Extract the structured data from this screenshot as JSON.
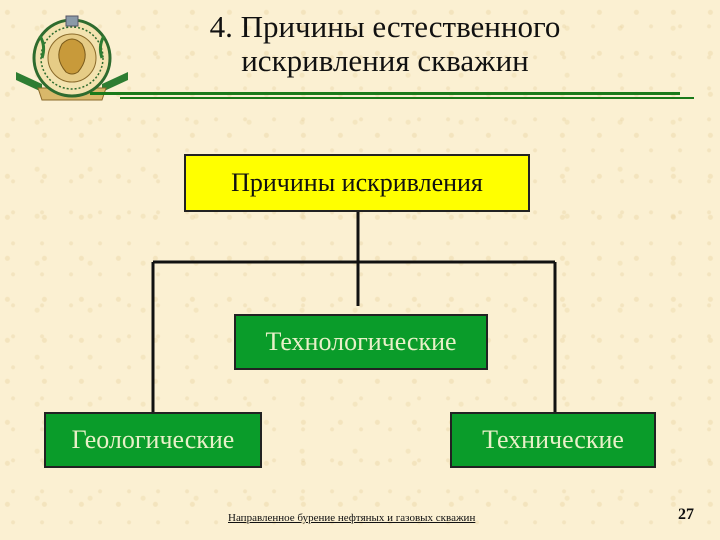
{
  "slide": {
    "title_line1": "4. Причины естественного",
    "title_line2": "искривления скважин",
    "footer": "Направленное бурение нефтяных и газовых скважин",
    "page_number": "27"
  },
  "diagram": {
    "root": "Причины искривления",
    "technological": "Технологические",
    "geological": "Геологические",
    "technical": "Технические"
  },
  "colors": {
    "root_fill": "#ffff00",
    "child_fill": "#0a9c2a",
    "child_text": "#e8f0c8",
    "rule": "#1a7a1a"
  }
}
